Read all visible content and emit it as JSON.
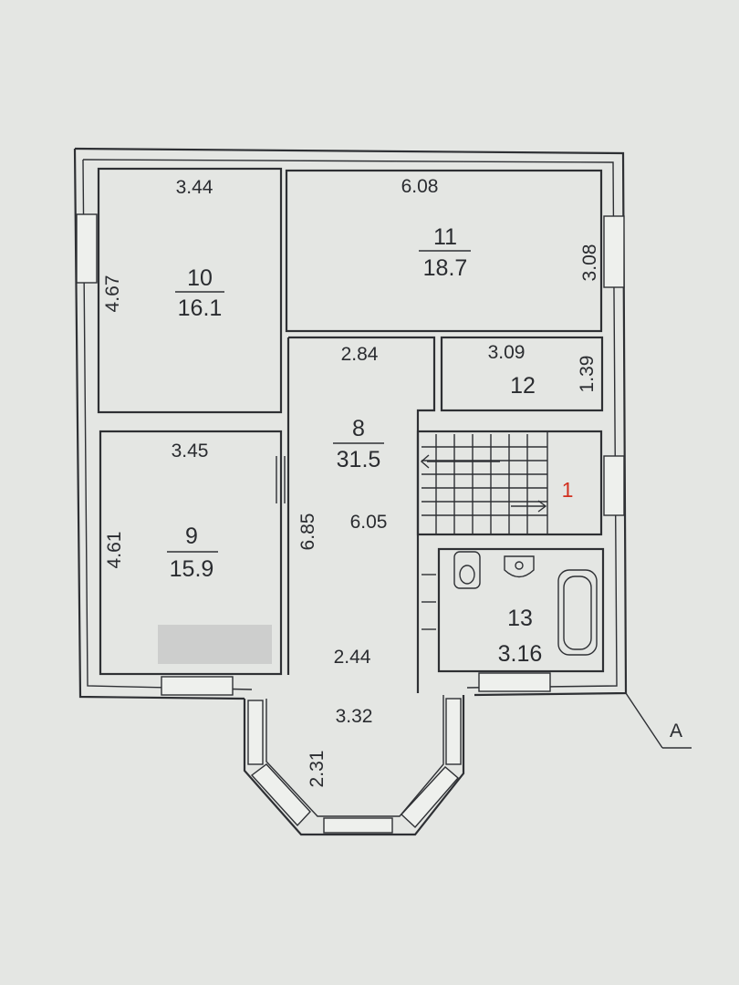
{
  "rooms": [
    {
      "number": "10",
      "area": "16.1",
      "top_dim": "3.44",
      "side_dim": "4.67"
    },
    {
      "number": "11",
      "area": "18.7",
      "top_dim": "6.08",
      "side_dim": "3.08"
    },
    {
      "number": "8",
      "area": "31.5",
      "top_dim": "2.84",
      "length_dim": "6.85",
      "inner_dim": "6.05",
      "bottom_dim": "2.44"
    },
    {
      "number": "12",
      "top_dim": "3.09",
      "side_dim": "1.39"
    },
    {
      "number": "9",
      "area": "15.9",
      "top_dim": "3.45",
      "side_dim": "4.61"
    },
    {
      "number": "13",
      "area": "3.16"
    }
  ],
  "bay": {
    "width_dim": "3.32",
    "side_dim": "2.31"
  },
  "stair_label": "1",
  "section_label": "A",
  "colors": {
    "background": "#e4e6e3",
    "line": "#2e3034",
    "stair_label": "#d2301f",
    "redaction": "#cdcecd"
  }
}
